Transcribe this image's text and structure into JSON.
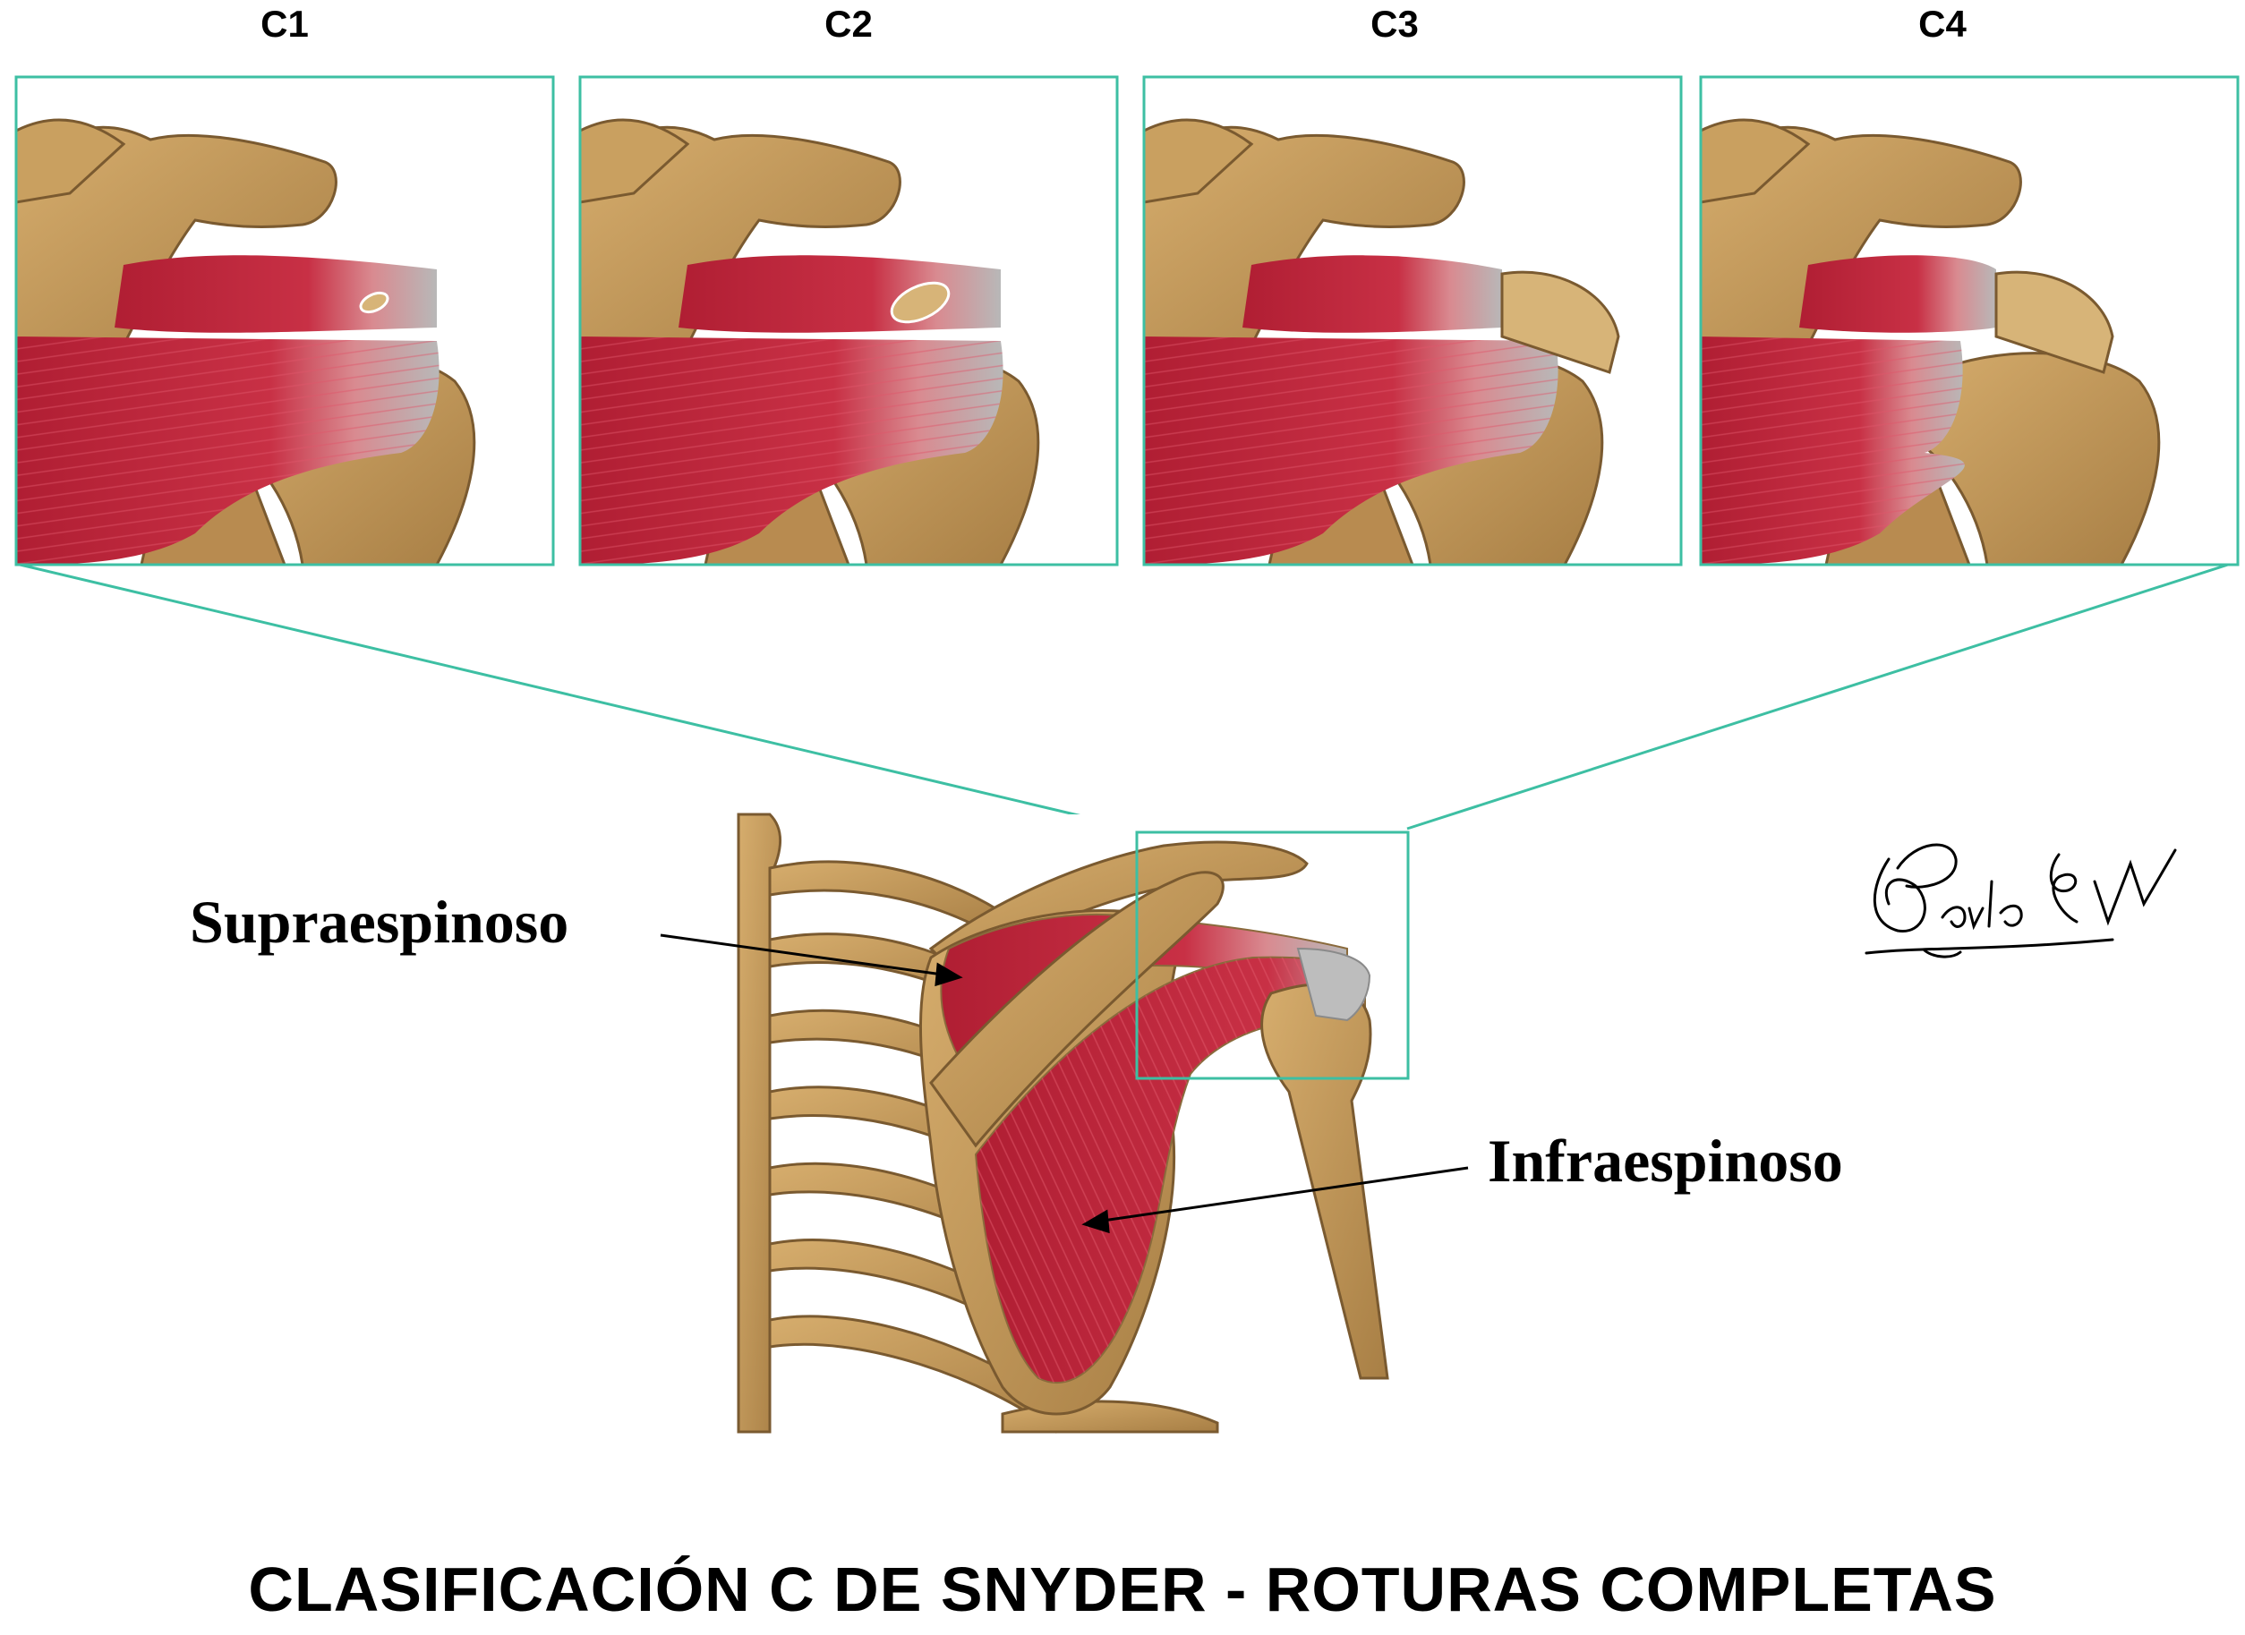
{
  "panels": [
    {
      "label": "C1",
      "tear": "small-hole"
    },
    {
      "label": "C2",
      "tear": "medium-hole"
    },
    {
      "label": "C3",
      "tear": "large-tear"
    },
    {
      "label": "C4",
      "tear": "massive-tear"
    }
  ],
  "callouts": {
    "supraspinatus": "Supraespinoso",
    "infraspinatus": "Infraespinoso"
  },
  "signature": "Paula SW",
  "caption": "CLASIFICACIÓN  C DE SNYDER - ROTURAS COMPLETAS",
  "colors": {
    "frame": "#3dbfa3",
    "bone": "#c69a5c",
    "bone_dark": "#8a6a3c",
    "muscle": "#c0283a",
    "muscle_dark": "#8e1526",
    "tendon": "#bdbdbd"
  }
}
